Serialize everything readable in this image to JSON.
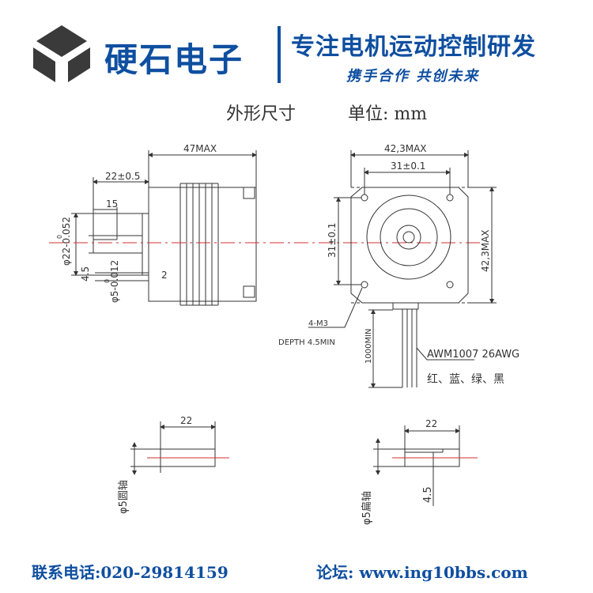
{
  "header": {
    "brand_name": "硬石电子",
    "slogan_main": "专注电机运动控制研发",
    "slogan_sub": "携手合作 共创未来"
  },
  "drawing": {
    "title": "外形尺寸",
    "unit_label": "单位: mm",
    "side_view": {
      "overall_length": "47MAX",
      "shaft_length": "22±0.5",
      "flat_length": "15",
      "boss_tol_top": "0",
      "boss_dia": "φ22-0.052",
      "boss_height": "2",
      "flat_height": "4.5",
      "shaft_tol_top": "0",
      "shaft_dia": "φ5-0.012"
    },
    "front_view": {
      "overall_width": "42,3MAX",
      "hole_spacing_x": "31±0.1",
      "hole_spacing_y": "31±0.1",
      "overall_height": "42,3MAX",
      "holes_spec": "4-M3",
      "holes_depth": "DEPTH 4.5MIN",
      "lead_length": "1000MIN",
      "wire_spec": "AWM1007 26AWG",
      "wire_colors": "红、蓝、绿、黑"
    },
    "round_shaft": {
      "length": "22",
      "label": "φ5圆轴"
    },
    "flat_shaft": {
      "length": "22",
      "flat_height": "4.5",
      "label": "φ5扁轴"
    }
  },
  "footer": {
    "phone": "联系电话:020-29814159",
    "forum": "论坛: www.ing10bbs.com"
  },
  "colors": {
    "brand_blue": "#0f4fa0",
    "logo_dark": "#333333",
    "line": "#333333",
    "centerline_red": "#d03030"
  }
}
